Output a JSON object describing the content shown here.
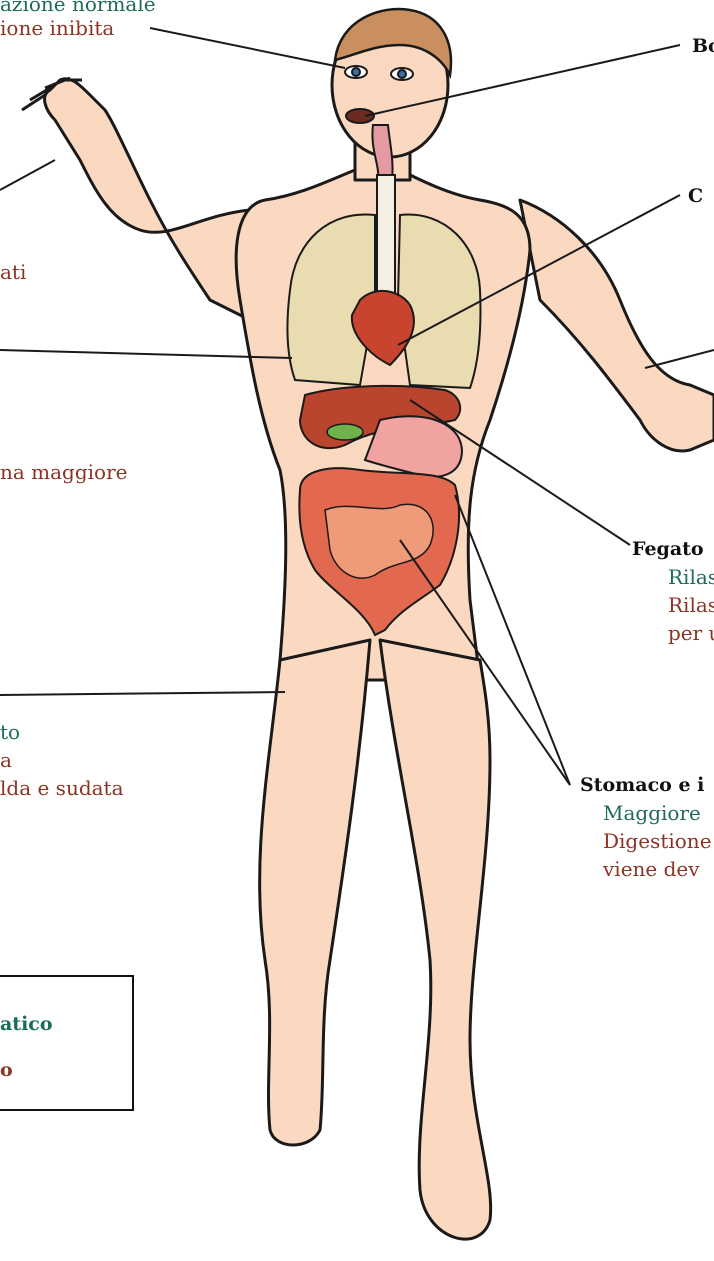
{
  "labels": {
    "top_left_1": "azione normale",
    "top_left_2": "ione inibita",
    "left_ati": "ati",
    "left_maggiore": "na maggiore",
    "skin_1": "to",
    "skin_2": "a",
    "skin_3": "lda e sudata",
    "right_top": "Bo",
    "right_c": "C",
    "fegato_head": "Fegato",
    "fegato_1": "Rilas",
    "fegato_2": "Rilas",
    "fegato_3": "per u",
    "stomaco_head": "Stomaco e i",
    "stomaco_1": "Maggiore",
    "stomaco_2": "Digestione",
    "stomaco_3": "viene dev"
  },
  "legend": {
    "line1": "atico",
    "line2": "o"
  },
  "colors": {
    "green_text": "#1e6b5c",
    "red_text": "#8c3324",
    "skin": "#fbd9c0",
    "outline": "#1a1a1a",
    "lung": "#e8dcb0",
    "heart": "#c8442f",
    "liver": "#b9452e",
    "stomach": "#f0a3a0",
    "intestine": "#e2694f",
    "gallbladder": "#6fb14a"
  }
}
